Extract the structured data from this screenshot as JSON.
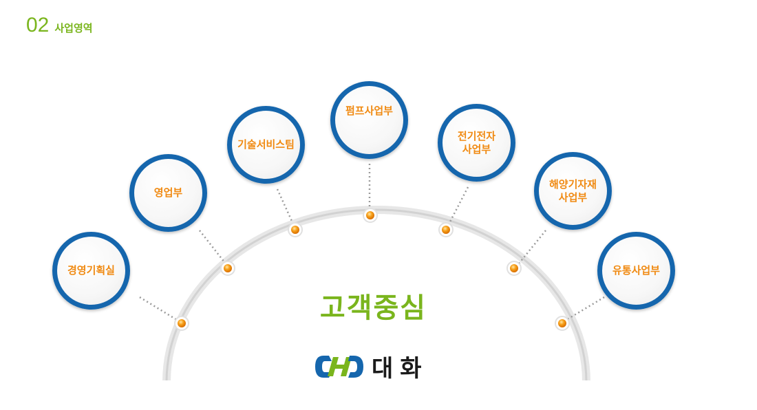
{
  "header": {
    "number": "02",
    "title": "사업영역"
  },
  "diagram": {
    "nodes": [
      {
        "id": "planning",
        "label": "경영기획실"
      },
      {
        "id": "sales",
        "label": "영업부"
      },
      {
        "id": "service",
        "label": "기술서비스팀"
      },
      {
        "id": "pump",
        "label": "펌프사업부"
      },
      {
        "id": "electric",
        "label": "전기전자\n사업부"
      },
      {
        "id": "marine",
        "label": "해양기자재\n사업부"
      },
      {
        "id": "distribution",
        "label": "유통사업부"
      }
    ],
    "center_text": "고객중심",
    "brand": {
      "name": "대화",
      "logo_icon": "dh-logo-icon"
    }
  },
  "colors": {
    "accent_green": "#7ab51d",
    "circle_border": "#1566ad",
    "label_orange": "#f08a12",
    "arc_gray": "#dcdcdc"
  }
}
